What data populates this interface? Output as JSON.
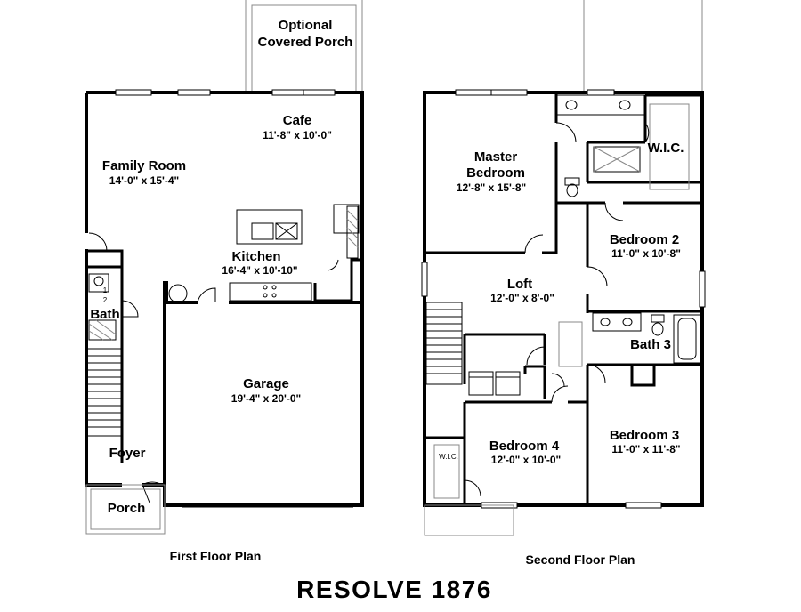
{
  "first_floor": {
    "caption": "First Floor Plan",
    "optional_porch": {
      "line1": "Optional",
      "line2": "Covered Porch"
    },
    "cafe": {
      "name": "Cafe",
      "dims": "11'-8\" x 10'-0\""
    },
    "family_room": {
      "name": "Family Room",
      "dims": "14'-0\" x 15'-4\""
    },
    "kitchen": {
      "name": "Kitchen",
      "dims": "16'-4\" x 10'-10\""
    },
    "bath": {
      "name": "Bath",
      "fraction_top": "1",
      "fraction_bottom": "2"
    },
    "garage": {
      "name": "Garage",
      "dims": "19'-4\" x 20'-0\""
    },
    "foyer": {
      "name": "Foyer"
    },
    "porch": {
      "name": "Porch"
    }
  },
  "second_floor": {
    "caption": "Second Floor Plan",
    "master_bedroom": {
      "line1": "Master",
      "line2": "Bedroom",
      "dims": "12'-8\" x 15'-8\""
    },
    "wic_master": {
      "name": "W.I.C."
    },
    "bedroom2": {
      "name": "Bedroom 2",
      "dims": "11'-0\" x 10'-8\""
    },
    "loft": {
      "name": "Loft",
      "dims": "12'-0\" x 8'-0\""
    },
    "bath3": {
      "name": "Bath 3"
    },
    "bedroom3": {
      "name": "Bedroom 3",
      "dims": "11'-0\" x 11'-8\""
    },
    "bedroom4": {
      "name": "Bedroom 4",
      "dims": "12'-0\" x 10'-0\""
    },
    "wic_small": {
      "name": "W.I.C."
    }
  },
  "title": "RESOLVE 1876"
}
